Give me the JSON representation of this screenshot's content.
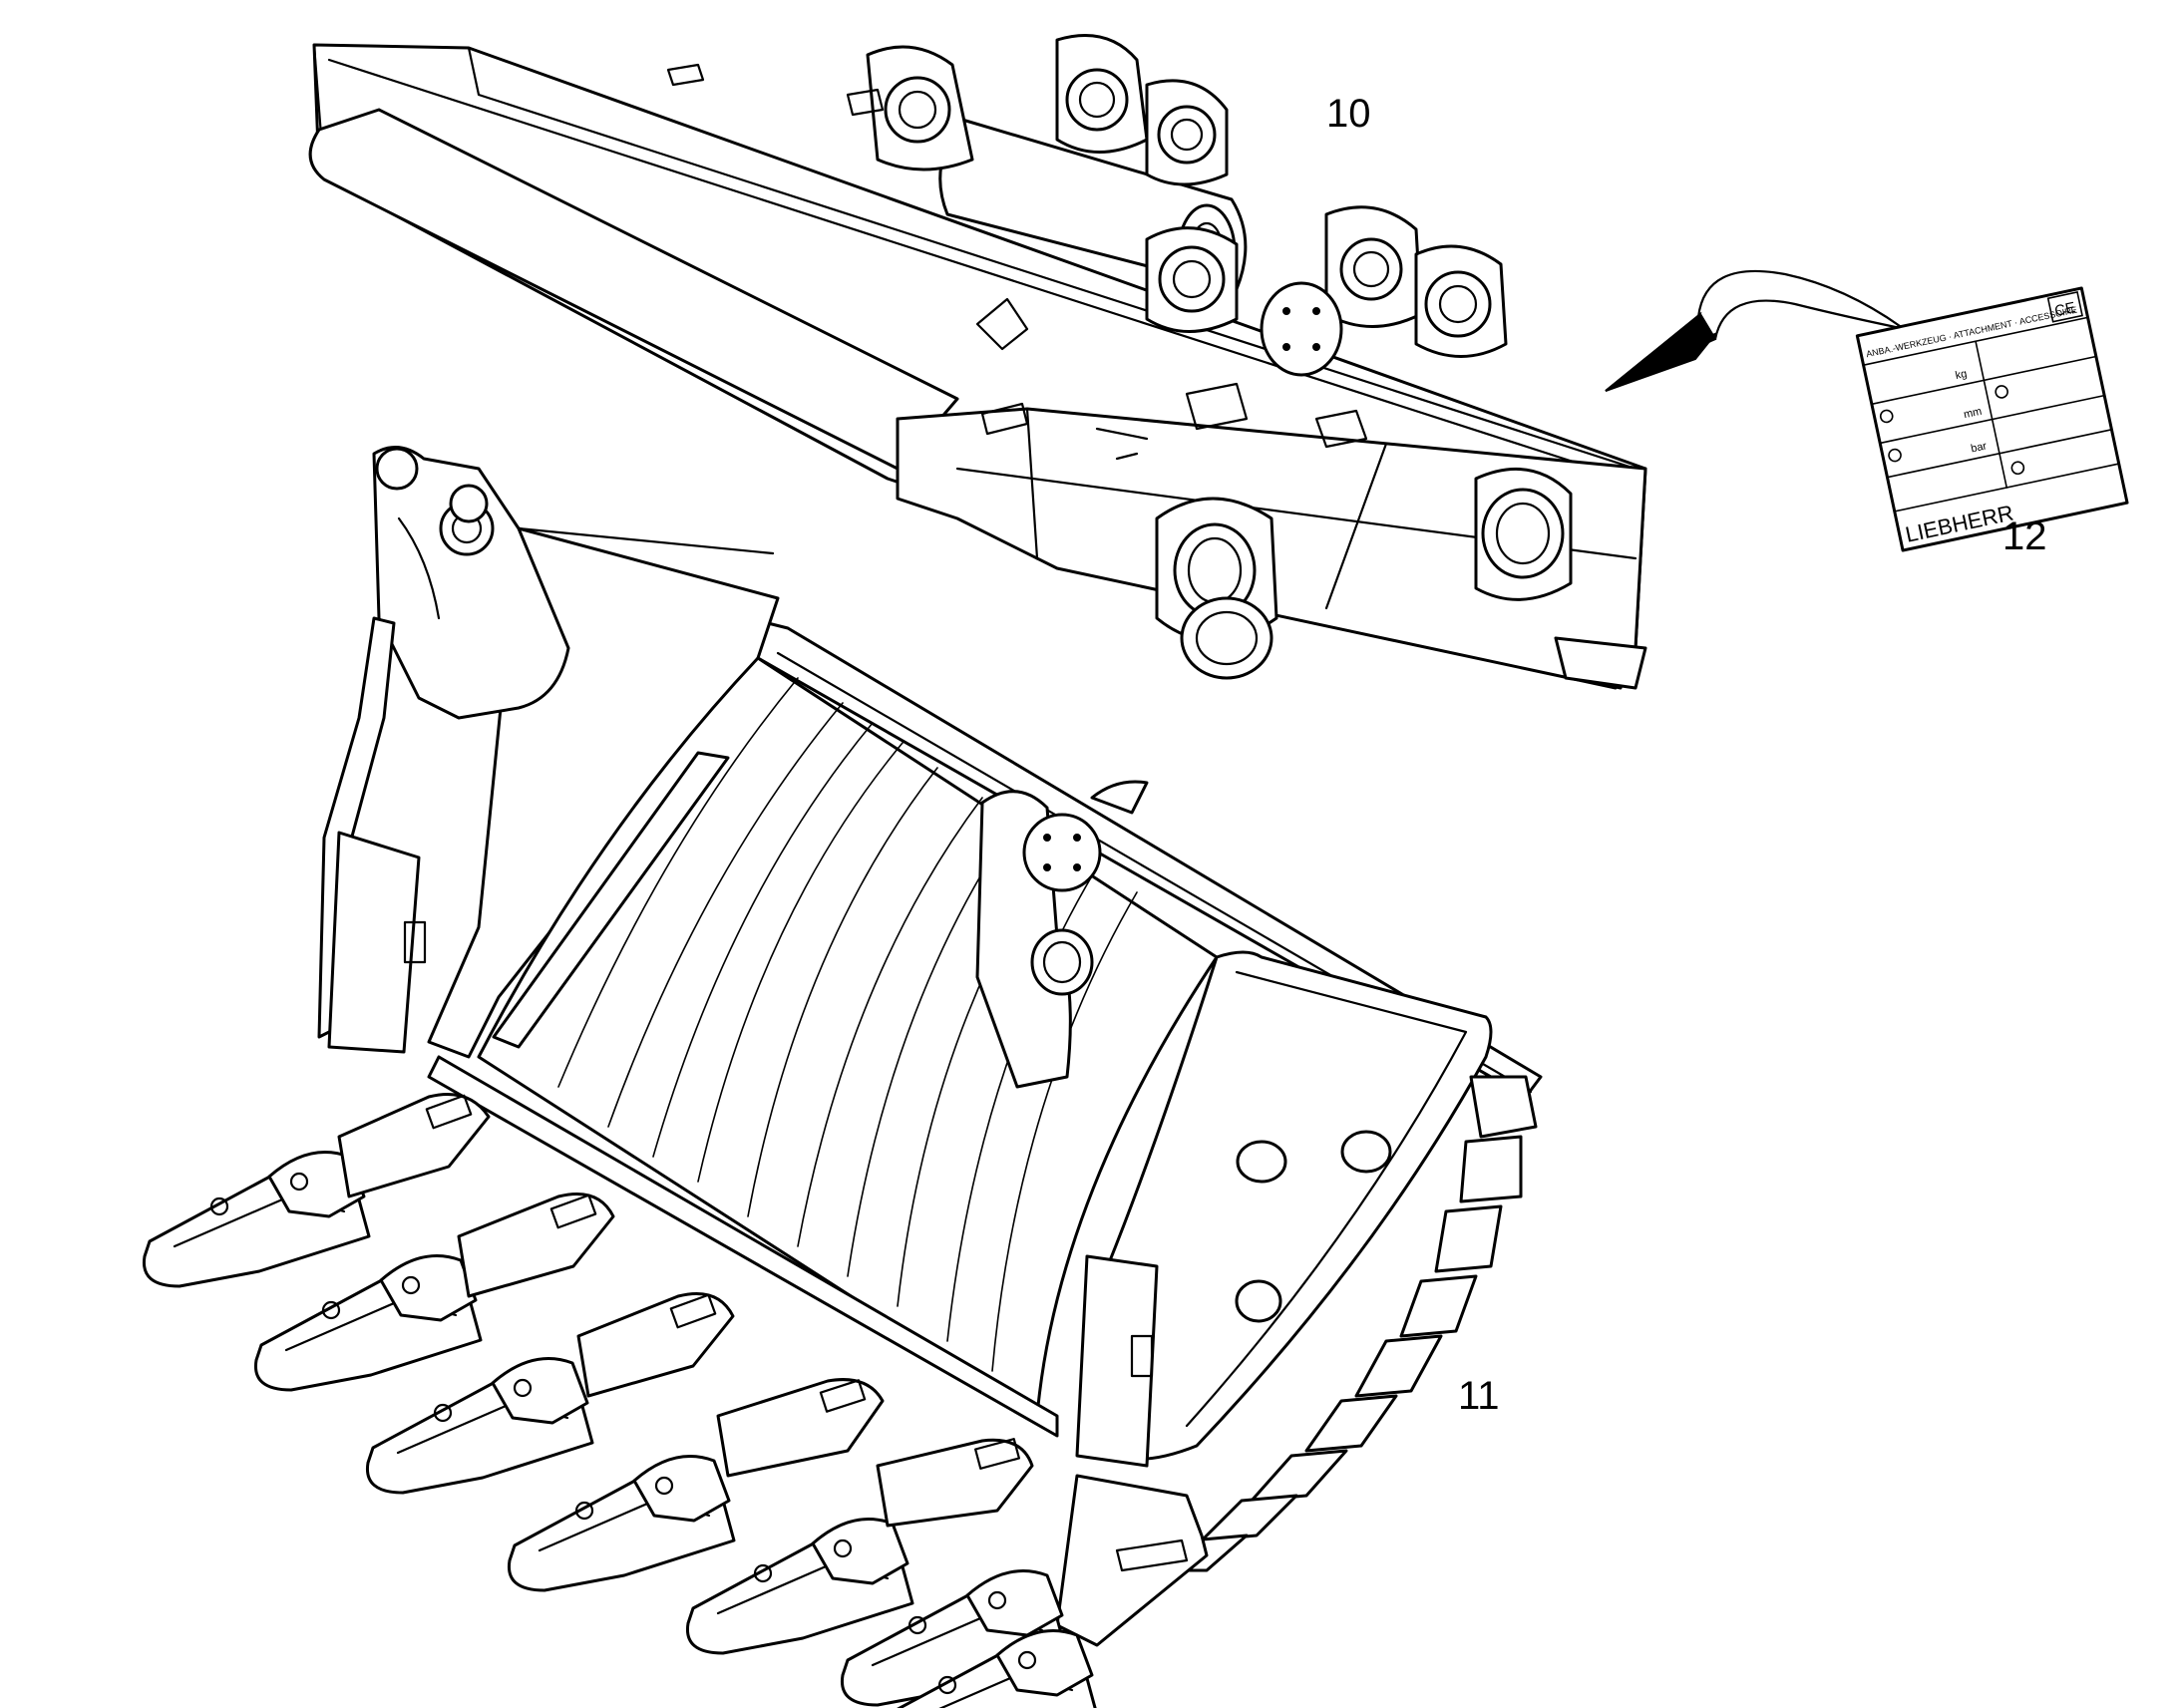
{
  "callouts": {
    "quick_coupler": "10",
    "bucket": "11",
    "nameplate": "12"
  },
  "nameplate": {
    "header": "ANBA.-WERKZEUG · ATTACHMENT · ACCESSOIRE",
    "ce_mark": "CE",
    "unit_kg": "kg",
    "unit_mm": "mm",
    "unit_bar": "bar",
    "brand": "LIEBHERR"
  },
  "colors": {
    "line": "#000000",
    "background": "#ffffff"
  }
}
